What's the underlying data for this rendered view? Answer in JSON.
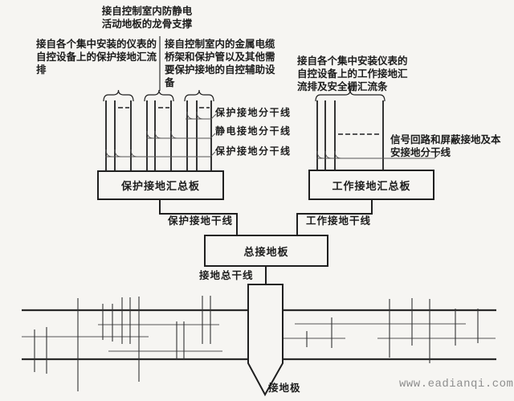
{
  "page": {
    "watermark": "www.eadianqi.com",
    "background": "#f6f5f2"
  },
  "colors": {
    "line_dark": "#1f1f1f",
    "line_thin": "#555555",
    "watermark_gray": "#8e8e8e"
  },
  "annotations": {
    "top_center": {
      "lines": [
        "接自控制室内防静电",
        "活动地板的龙骨支撑"
      ]
    },
    "left": {
      "lines": [
        "接自各个集中安装的仪表的",
        "自控设备上的保护接地汇流",
        "排"
      ]
    },
    "middle": {
      "lines": [
        "接自控制室内的金属电缆",
        "桥架和保护管以及其他需",
        "要保护接地的自控辅助设",
        "备"
      ]
    },
    "right": {
      "lines": [
        "接自各个集中安装仪表的",
        "自控设备上的工作接地汇",
        "流排及安全栅汇流条"
      ]
    }
  },
  "branch_labels": {
    "protective_top": "保护接地分干线",
    "static": "静电接地分干线",
    "protective_bottom": "保护接地分干线",
    "signal": {
      "lines": [
        "信号回路和屏蔽接地及本",
        "安接地分干线"
      ]
    }
  },
  "boxes": {
    "protective_bus": "保护接地汇总板",
    "working_bus": "工作接地汇总板",
    "main_ground": "总接地板"
  },
  "trunk_labels": {
    "protective": "保护接地干线",
    "working": "工作接地干线",
    "main": "接地总干线",
    "electrode": "接地极"
  }
}
